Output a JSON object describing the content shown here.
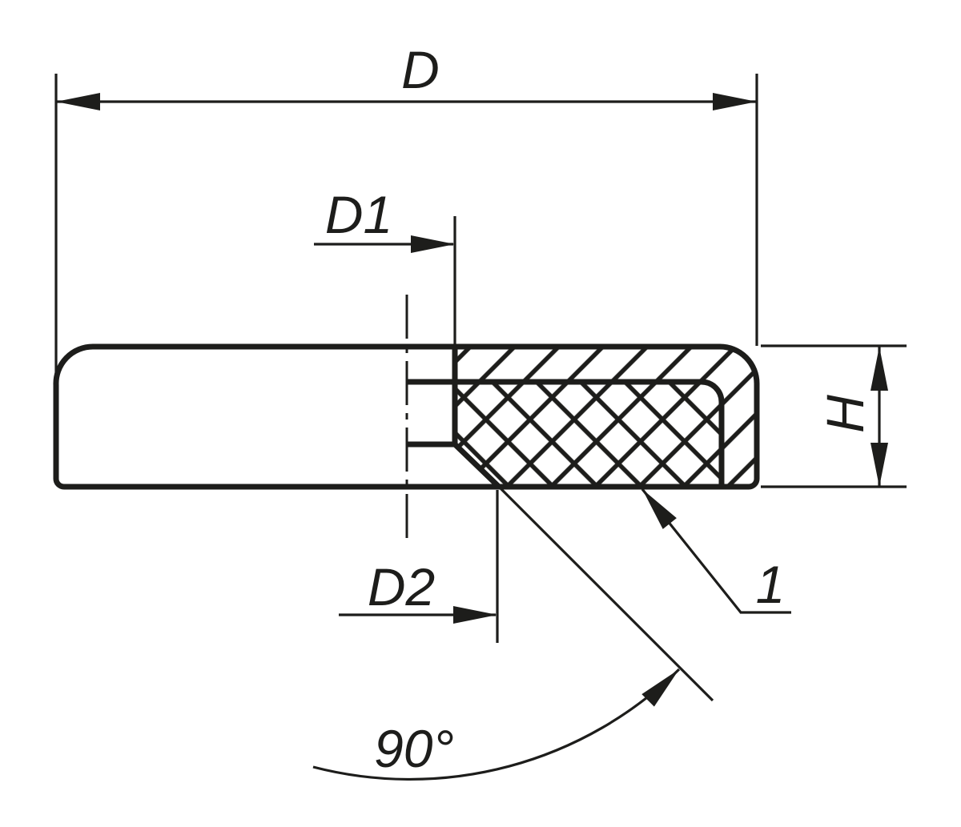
{
  "drawing": {
    "title": "flat-pot-magnet-cross-section",
    "line_color": "#1d1d1b",
    "background_color": "#ffffff",
    "labels": {
      "outer_diameter": "D",
      "bore_diameter": "D1",
      "countersink_diameter": "D2",
      "height": "H",
      "magnet_part": "1",
      "countersink_angle": "90°"
    }
  }
}
